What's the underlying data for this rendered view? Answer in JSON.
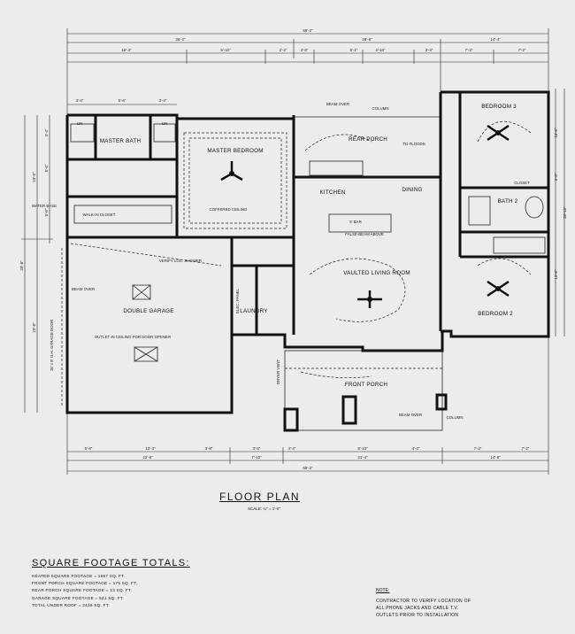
{
  "drawing": {
    "title": "FLOOR PLAN",
    "scale": "SCALE: ¼\" = 1'-0\""
  },
  "rooms": {
    "master_bath": "MASTER BATH",
    "master_bedroom": "MASTER BEDROOM",
    "bedroom3": "BEDROOM 3",
    "bedroom2": "BEDROOM 2",
    "bath2": "BATH 2",
    "closet": "CLOSET",
    "rear_porch": "REAR PORCH",
    "kitchen": "KITCHEN",
    "dining": "DINING",
    "vaulted_living": "VAULTED LIVING ROOM",
    "double_garage": "DOUBLE GARAGE",
    "laundry": "LAUNDRY",
    "front_porch": "FRONT PORCH",
    "walk_in_closet": "WALK-IN CLOSET",
    "lin": "LIN",
    "coffered": "COFFERED CEILING",
    "bar": "5' BAR",
    "false_beam": "FALSE-BEAM ABOVE",
    "to_floods": "TO FLOODS",
    "beam_over": "BEAM OVER",
    "column": "COLUMN",
    "outlet_ceiling": "OUTLET IN CEILING FOR DOOR OPENER",
    "garage_door": "16' x 8' O.H. GARAGE DOOR",
    "shower": "VERIFY LOC. SHOWER",
    "elec_panel": "ELEC. PANEL",
    "dryer_vent": "DRYER VENT",
    "water_base": "WATER BASE"
  },
  "dimensions": {
    "overall_top": "65'-2\"",
    "top_a": "36'-2\"",
    "top_b": "28'-8\"",
    "top_c": "14'-4\"",
    "overall_bottom": "65'-2\"",
    "bottom_a": "22'-8\"",
    "bottom_b": "7'-10\"",
    "bottom_c": "21'-4\"",
    "bottom_d": "14'-8\"",
    "left_overall": "39'-8\"",
    "left_lower": "23'-8\"",
    "right_overall": "30'-10\""
  },
  "square_footage": {
    "title": "SQUARE FOOTAGE TOTALS:",
    "heated": "HEATED SQUARE FOOTAGE = 1657 SQ. FT.",
    "front_porch": "FRONT PORCH SQUARE FOOTAGE = 175 SQ. FT.",
    "rear_porch": "REAR PORCH SQUARE FOOTAGE = 13 SQ. FT.",
    "garage": "GARAGE SQUARE FOOTAGE = 541 SQ. FT.",
    "total": "TOTAL UNDER ROOF = 2436 SQ. FT."
  },
  "note": {
    "heading": "NOTE:",
    "line1": "CONTRACTOR TO VERIFY LOCATION OF",
    "line2": "ALL PHONE JACKS AND CABLE T.V.",
    "line3": "OUTLETS PRIOR TO INSTALLATION"
  },
  "colors": {
    "paper": "#ececec",
    "ink": "#111111"
  }
}
